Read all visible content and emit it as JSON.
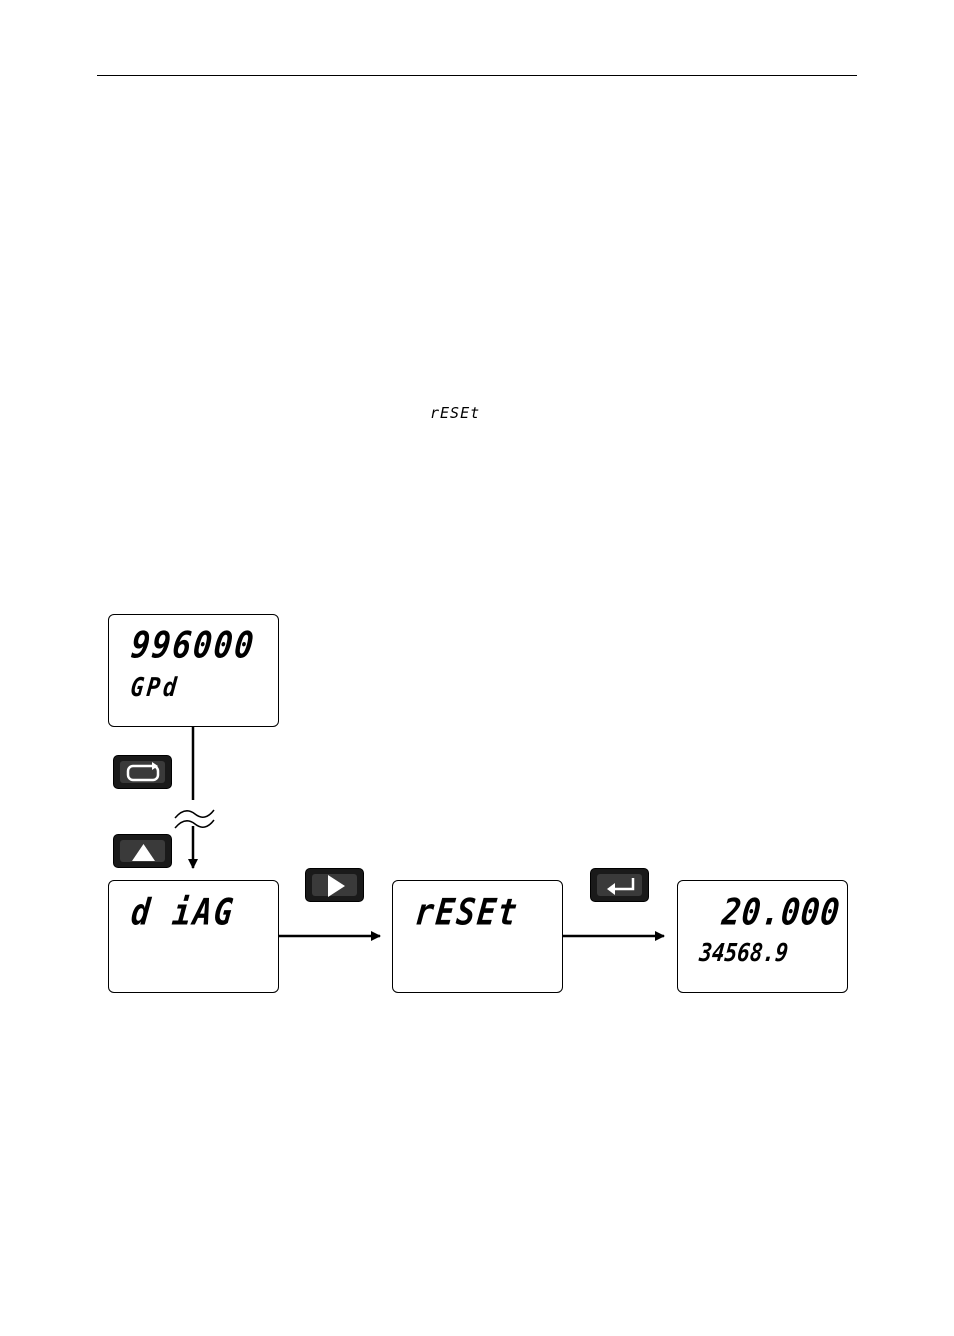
{
  "inline_text": "rESEt",
  "displays": {
    "main": {
      "top": "996000",
      "bottom": "GPd"
    },
    "diag": {
      "top": "d iAG"
    },
    "reset": {
      "top": "rESEt"
    },
    "result": {
      "top": "20.000",
      "bottom": "34568.9"
    }
  },
  "keys": {
    "menu": "menu-key-icon",
    "up": "up-arrow-key-icon",
    "right": "right-arrow-key-icon",
    "enter": "enter-key-icon"
  }
}
